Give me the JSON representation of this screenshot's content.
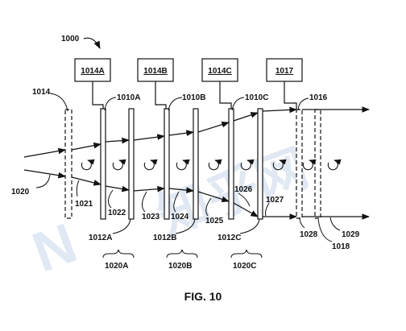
{
  "figure": {
    "caption": "FIG. 10",
    "reference": "1000"
  },
  "boxes": {
    "b1": "1014A",
    "b2": "1014B",
    "b3": "1014C",
    "b4": "1017"
  },
  "labels": {
    "l1014": "1014",
    "l1010A": "1010A",
    "l1010B": "1010B",
    "l1010C": "1010C",
    "l1016": "1016",
    "l1020": "1020",
    "l1021": "1021",
    "l1022": "1022",
    "l1023": "1023",
    "l1024": "1024",
    "l1025": "1025",
    "l1026": "1026",
    "l1027": "1027",
    "l1012A": "1012A",
    "l1012B": "1012B",
    "l1012C": "1012C",
    "l1028": "1028",
    "l1029": "1029",
    "l1018": "1018",
    "l1020A": "1020A",
    "l1020B": "1020B",
    "l1020C": "1020C"
  },
  "watermark": {
    "letter": "N",
    "text": "知乎网"
  },
  "colors": {
    "line": "#111111",
    "watermark": "#dce6f2"
  }
}
